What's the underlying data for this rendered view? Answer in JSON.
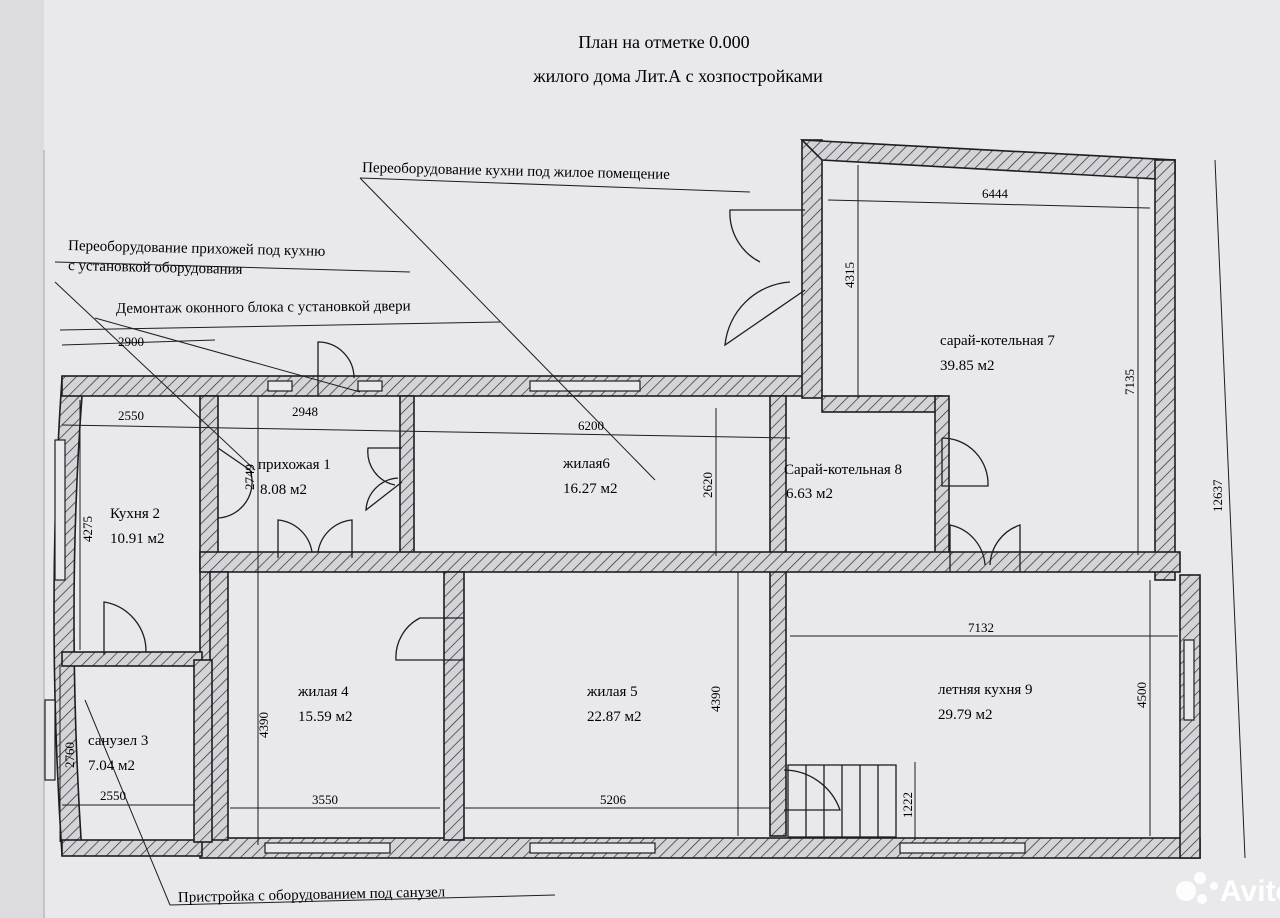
{
  "title": {
    "line1": "План на отметке 0.000",
    "line2": "жилого дома Лит.А с хозпостройками"
  },
  "notes": {
    "kitchen_conversion": "Переоборудование кухни под жилое помещение",
    "hall_conversion_1": "Переоборудование прихожей под кухню",
    "hall_conversion_2": "с установкой оборудования",
    "window_removal": "Демонтаж оконного блока с установкой двери",
    "annex": "Пристройка с оборудованием под санузел"
  },
  "rooms": {
    "r1": {
      "name": "прихожая 1",
      "area": "8.08 м2"
    },
    "r2": {
      "name": "Кухня 2",
      "area": "10.91 м2"
    },
    "r3": {
      "name": "санузел 3",
      "area": "7.04 м2"
    },
    "r4": {
      "name": "жилая 4",
      "area": "15.59 м2"
    },
    "r5": {
      "name": "жилая 5",
      "area": "22.87 м2"
    },
    "r6": {
      "name": "жилая6",
      "area": "16.27 м2"
    },
    "r7": {
      "name": "сарай-котельная 7",
      "area": "39.85 м2"
    },
    "r8": {
      "name": "Сарай-котельная 8",
      "area": "6.63 м2"
    },
    "r9": {
      "name": "летняя кухня 9",
      "area": "29.79 м2"
    }
  },
  "dims": {
    "d2900": "2900",
    "d2550_top": "2550",
    "d2948": "2948",
    "d6200": "6200",
    "d6444": "6444",
    "d4315": "4315",
    "d7135": "7135",
    "d12637": "12637",
    "d2749": "2749",
    "d4275": "4275",
    "d2620": "2620",
    "d7132": "7132",
    "d4390_left": "4390",
    "d4390_mid": "4390",
    "d4500": "4500",
    "d2760": "2760",
    "d2550_bot": "2550",
    "d3550": "3550",
    "d5206": "5206",
    "d1222": "1222"
  },
  "watermark": "Avito",
  "colors": {
    "paper": "#e9e9ec",
    "ink": "#1d1d22",
    "wall_fill": "#d4d4d8"
  }
}
